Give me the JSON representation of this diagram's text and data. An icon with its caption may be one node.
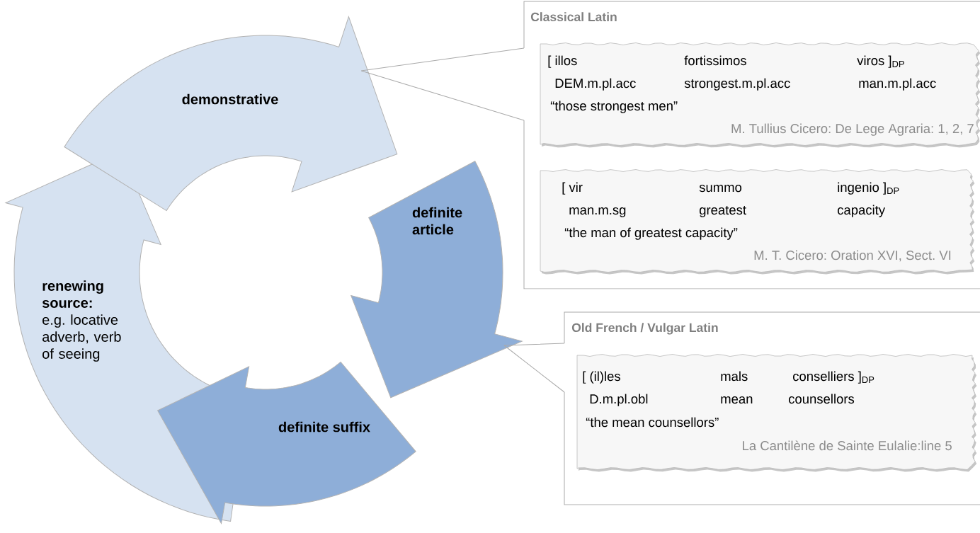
{
  "diagram": {
    "nodes": [
      {
        "text": [
          "demonstrative"
        ]
      },
      {
        "text": [
          "definite article"
        ]
      },
      {
        "text": [
          "definite suffix"
        ]
      },
      {
        "text": [
          "renewing source:",
          "e.g. locative adverb, verb of seeing"
        ]
      },
      {
        "text": [
          "Classical Latin"
        ]
      },
      {
        "text": [
          "[ illos",
          "fortissimos",
          "viros ]$_{DP}$",
          "DEM.m.pl.acc",
          "strongest.m.pl.acc",
          "man.m.pl.acc",
          "“those strongest men”",
          "M. Tullius Cicero: De Lege Agraria: 1, 2, 7"
        ],
        "in": 4
      },
      {
        "text": [
          "[ vir",
          "summo",
          "ingenio ]$_{DP}$",
          "man.m.sg",
          "greatest",
          "capacity",
          "“the man of greatest capacity”",
          "M. T. Cicero: Oration XVI, Sect. VI"
        ],
        "in": 4
      },
      {
        "text": [
          "Old French / Vulgar Latin"
        ]
      },
      {
        "text": [
          "[ (il)les",
          "mals",
          "conselliers ]$_{DP}$",
          "D.m.pl.obl",
          "mean",
          "counsellors",
          "“the mean counsellors”",
          "La Cantilène de Sainte Eulalie:line 5"
        ],
        "in": 7
      }
    ],
    "edges": [
      {
        "from": 4,
        "to": 0,
        "arrow": "none"
      },
      {
        "from": 7,
        "to": 1,
        "arrow": "none"
      }
    ]
  }
}
